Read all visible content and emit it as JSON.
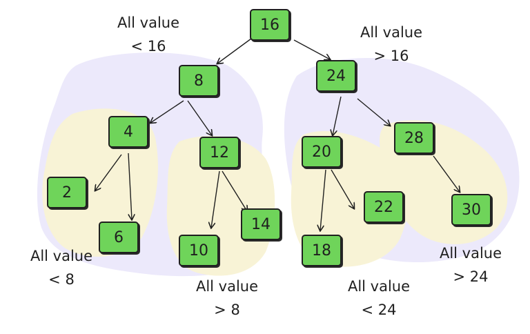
{
  "tree": {
    "root": "16",
    "level1": {
      "left": "8",
      "right": "24"
    },
    "level2": {
      "n4": "4",
      "n12": "12",
      "n20": "20",
      "n28": "28"
    },
    "leaves": {
      "n2": "2",
      "n6": "6",
      "n10": "10",
      "n14": "14",
      "n18": "18",
      "n22": "22",
      "n30": "30"
    }
  },
  "annotations": {
    "lt16": {
      "line1": "All value",
      "line2": "< 16"
    },
    "gt16": {
      "line1": "All value",
      "line2": "> 16"
    },
    "lt8": {
      "line1": "All value",
      "line2": "< 8"
    },
    "gt8": {
      "line1": "All value",
      "line2": "> 8"
    },
    "lt24": {
      "line1": "All value",
      "line2": "< 24"
    },
    "gt24": {
      "line1": "All value",
      "line2": "> 24"
    }
  },
  "colors": {
    "node_fill": "#6fd45a",
    "node_border": "#1f1f1f",
    "left_region": "#ece9fb",
    "yellow_region": "#f8f3d6"
  }
}
